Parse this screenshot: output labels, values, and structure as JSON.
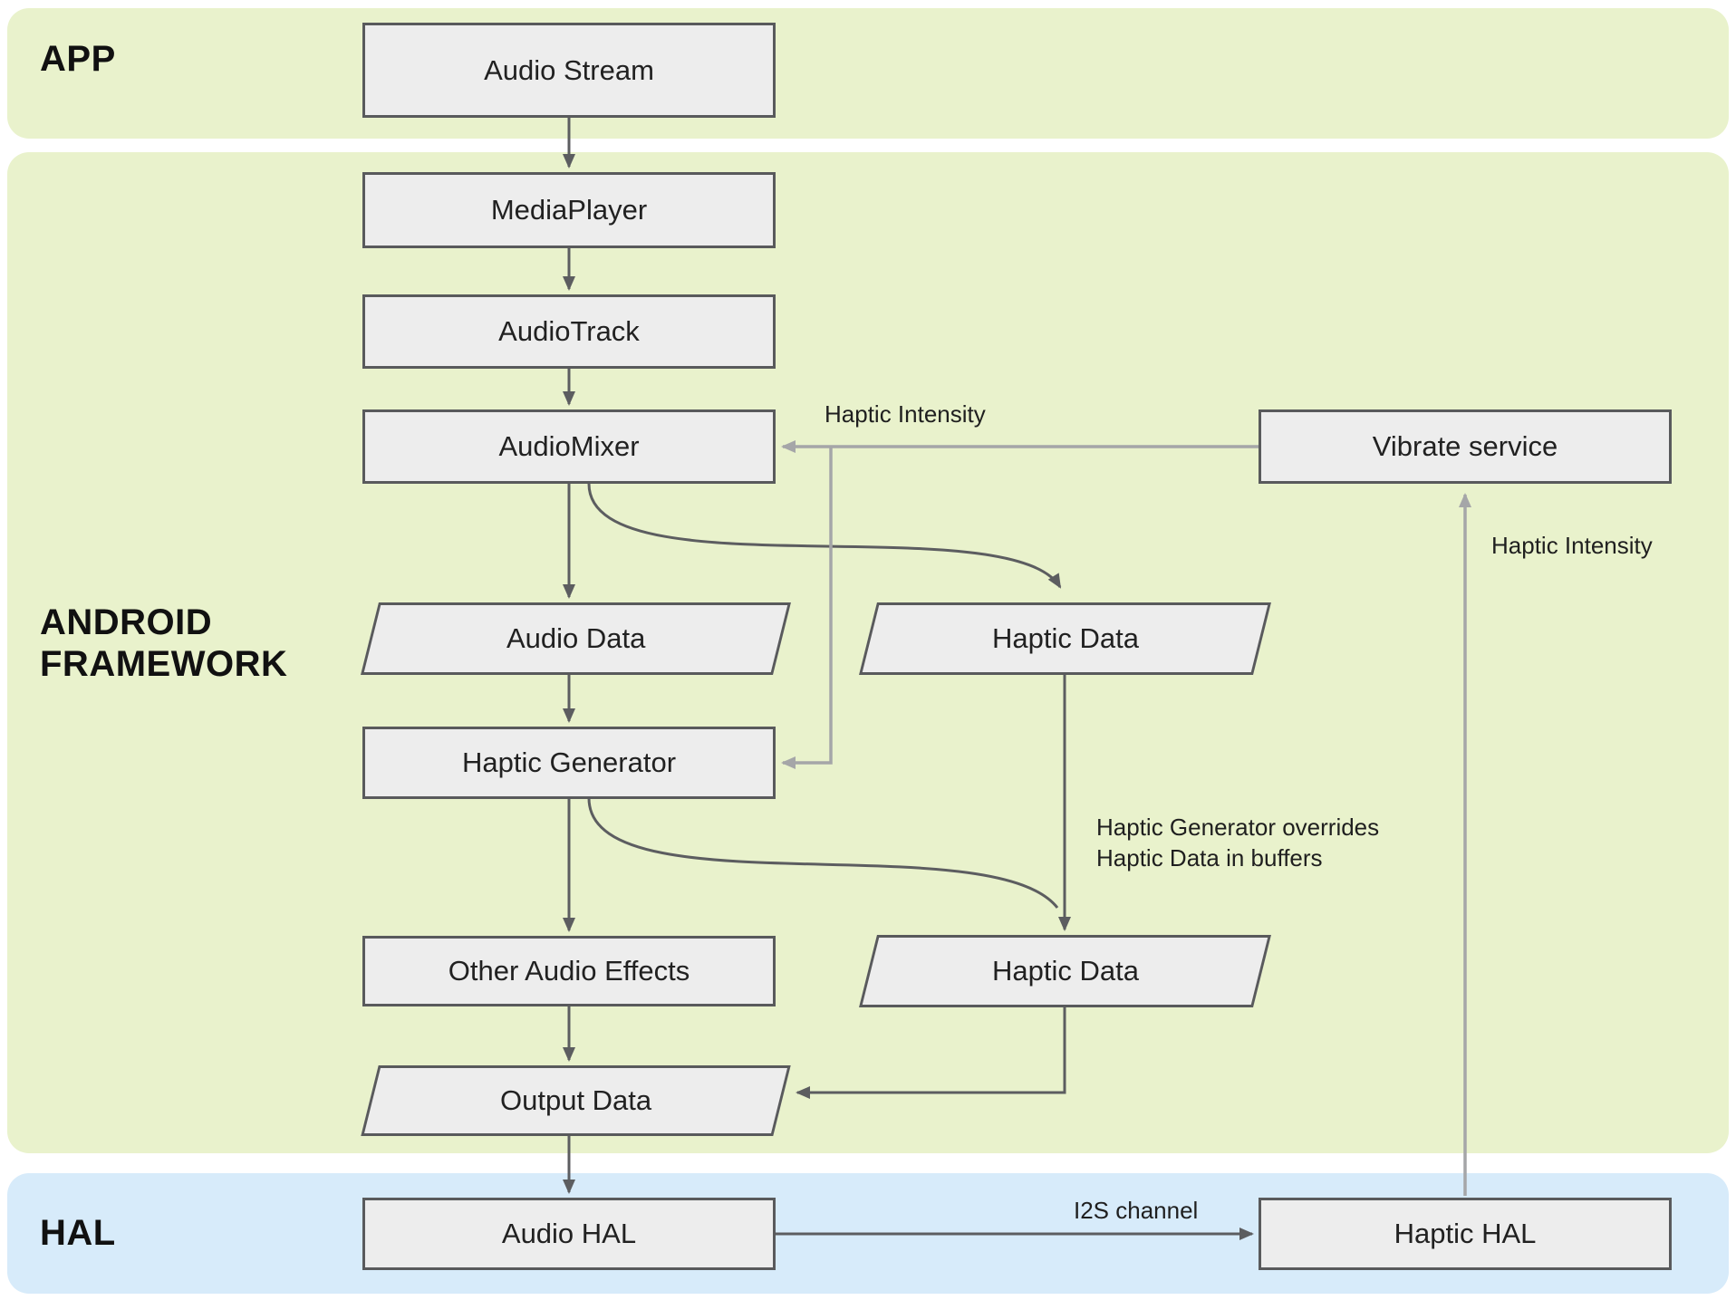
{
  "bands": {
    "app": {
      "label": "APP"
    },
    "framework": {
      "label": "ANDROID FRAMEWORK"
    },
    "hal": {
      "label": "HAL"
    }
  },
  "nodes": {
    "audio_stream": {
      "label": "Audio Stream",
      "shape": "process"
    },
    "media_player": {
      "label": "MediaPlayer",
      "shape": "process"
    },
    "audio_track": {
      "label": "AudioTrack",
      "shape": "process"
    },
    "audio_mixer": {
      "label": "AudioMixer",
      "shape": "process"
    },
    "vibrate_service": {
      "label": "Vibrate service",
      "shape": "process"
    },
    "audio_data": {
      "label": "Audio Data",
      "shape": "data"
    },
    "haptic_data_1": {
      "label": "Haptic Data",
      "shape": "data"
    },
    "haptic_generator": {
      "label": "Haptic Generator",
      "shape": "process"
    },
    "other_audio_effects": {
      "label": "Other Audio Effects",
      "shape": "process"
    },
    "haptic_data_2": {
      "label": "Haptic Data",
      "shape": "data"
    },
    "output_data": {
      "label": "Output Data",
      "shape": "data"
    },
    "audio_hal": {
      "label": "Audio HAL",
      "shape": "process"
    },
    "haptic_hal": {
      "label": "Haptic HAL",
      "shape": "process"
    }
  },
  "edge_labels": {
    "haptic_intensity_top": "Haptic Intensity",
    "haptic_intensity_right": "Haptic Intensity",
    "override_note": "Haptic Generator overrides\nHaptic Data in buffers",
    "i2s_channel": "I2S channel"
  },
  "colors": {
    "band_green": "#e9f2cc",
    "band_blue": "#d7ebfa",
    "node_fill": "#ededed",
    "node_border": "#595a5c",
    "arrow_dark": "#5c5d60",
    "arrow_gray": "#a5a6a8"
  }
}
